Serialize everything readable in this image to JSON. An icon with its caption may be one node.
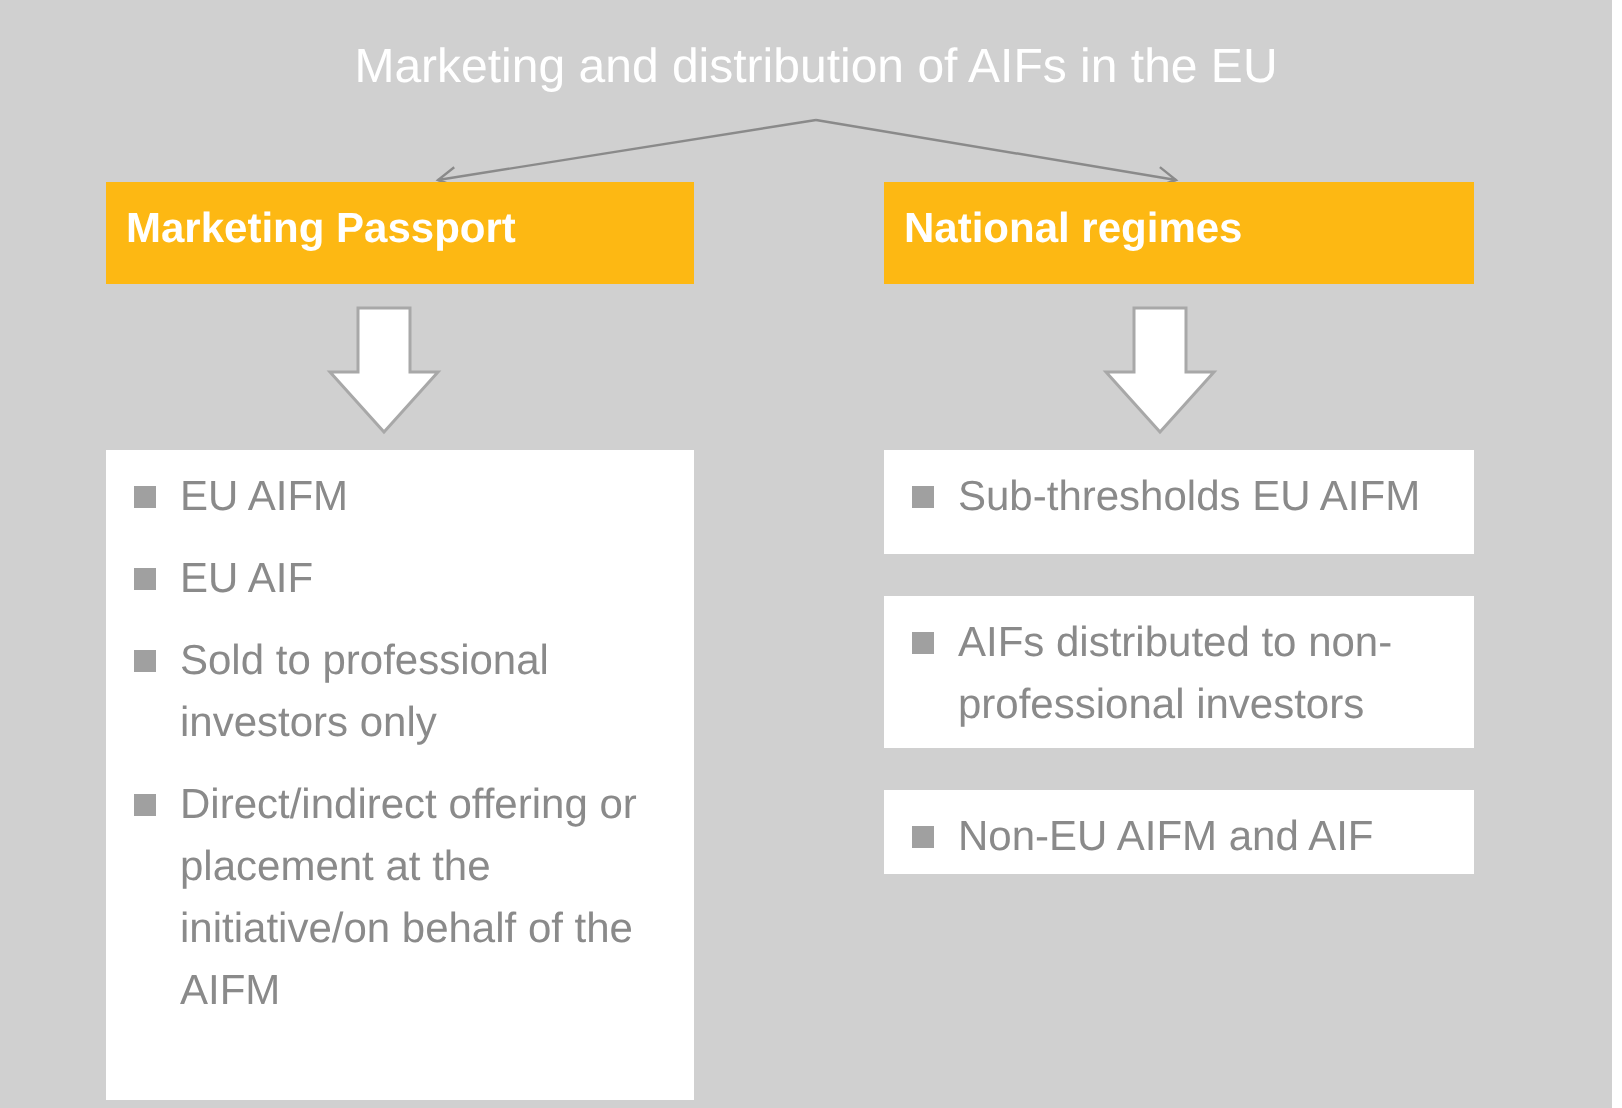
{
  "diagram": {
    "nodes": [
      {
        "text": [
          "Marketing and distribution of AIFs in the EU"
        ]
      },
      {
        "text": [
          "Marketing Passport"
        ]
      },
      {
        "text": [
          "National regimes"
        ]
      },
      {
        "text": [
          "EU AIFM",
          "EU AIF",
          "Sold to professional investors only",
          "Direct/indirect offering or placement at the initiative/on behalf of the AIFM"
        ]
      },
      {
        "text": [
          "Sub-thresholds EU AIFM"
        ]
      },
      {
        "text": [
          "AIFs distributed to non-professional investors"
        ]
      },
      {
        "text": [
          "Non-EU AIFM and AIF"
        ]
      }
    ],
    "edges": [
      {
        "from": 0,
        "to": 1,
        "arrow": "to"
      },
      {
        "from": 0,
        "to": 2,
        "arrow": "to"
      },
      {
        "from": 1,
        "to": 3,
        "arrow": "to",
        "style": "thick"
      },
      {
        "from": 2,
        "to": 4,
        "arrow": "to",
        "style": "thick"
      }
    ]
  }
}
